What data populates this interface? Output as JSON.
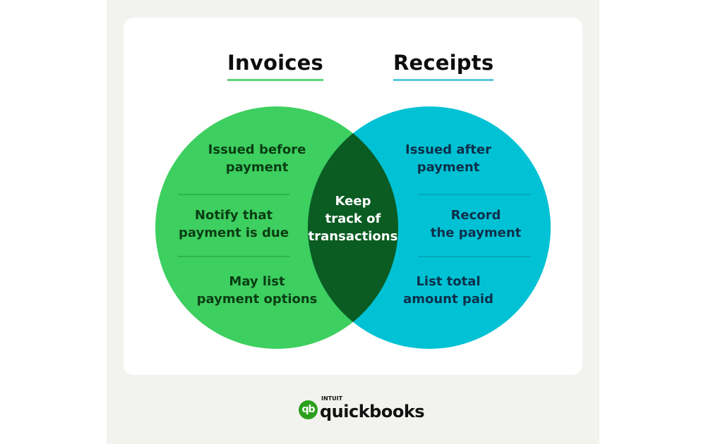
{
  "headings": {
    "left": "Invoices",
    "right": "Receipts",
    "left_underline_color": "#5ecf7a",
    "right_underline_color": "#5bc9dd"
  },
  "colors": {
    "left_circle": "#3dcf5f",
    "right_circle": "#00c2d4",
    "overlap": "#0a5c22",
    "background_panel": "#f2f2ee",
    "card": "#ffffff"
  },
  "left_items": [
    {
      "line1": "Issued before",
      "line2": "payment"
    },
    {
      "line1": "Notify that",
      "line2": "payment is due"
    },
    {
      "line1": "May list",
      "line2": "payment options"
    }
  ],
  "overlap_item": {
    "line1": "Keep",
    "line2": "track of",
    "line3": "transactions"
  },
  "right_items": [
    {
      "line1": "Issued after",
      "line2": "payment"
    },
    {
      "line1": "Record",
      "line2": "the payment"
    },
    {
      "line1": "List total",
      "line2": "amount paid"
    }
  ],
  "logo": {
    "mark": "qb",
    "superscript": "INTUIT",
    "name": "quickbooks"
  }
}
